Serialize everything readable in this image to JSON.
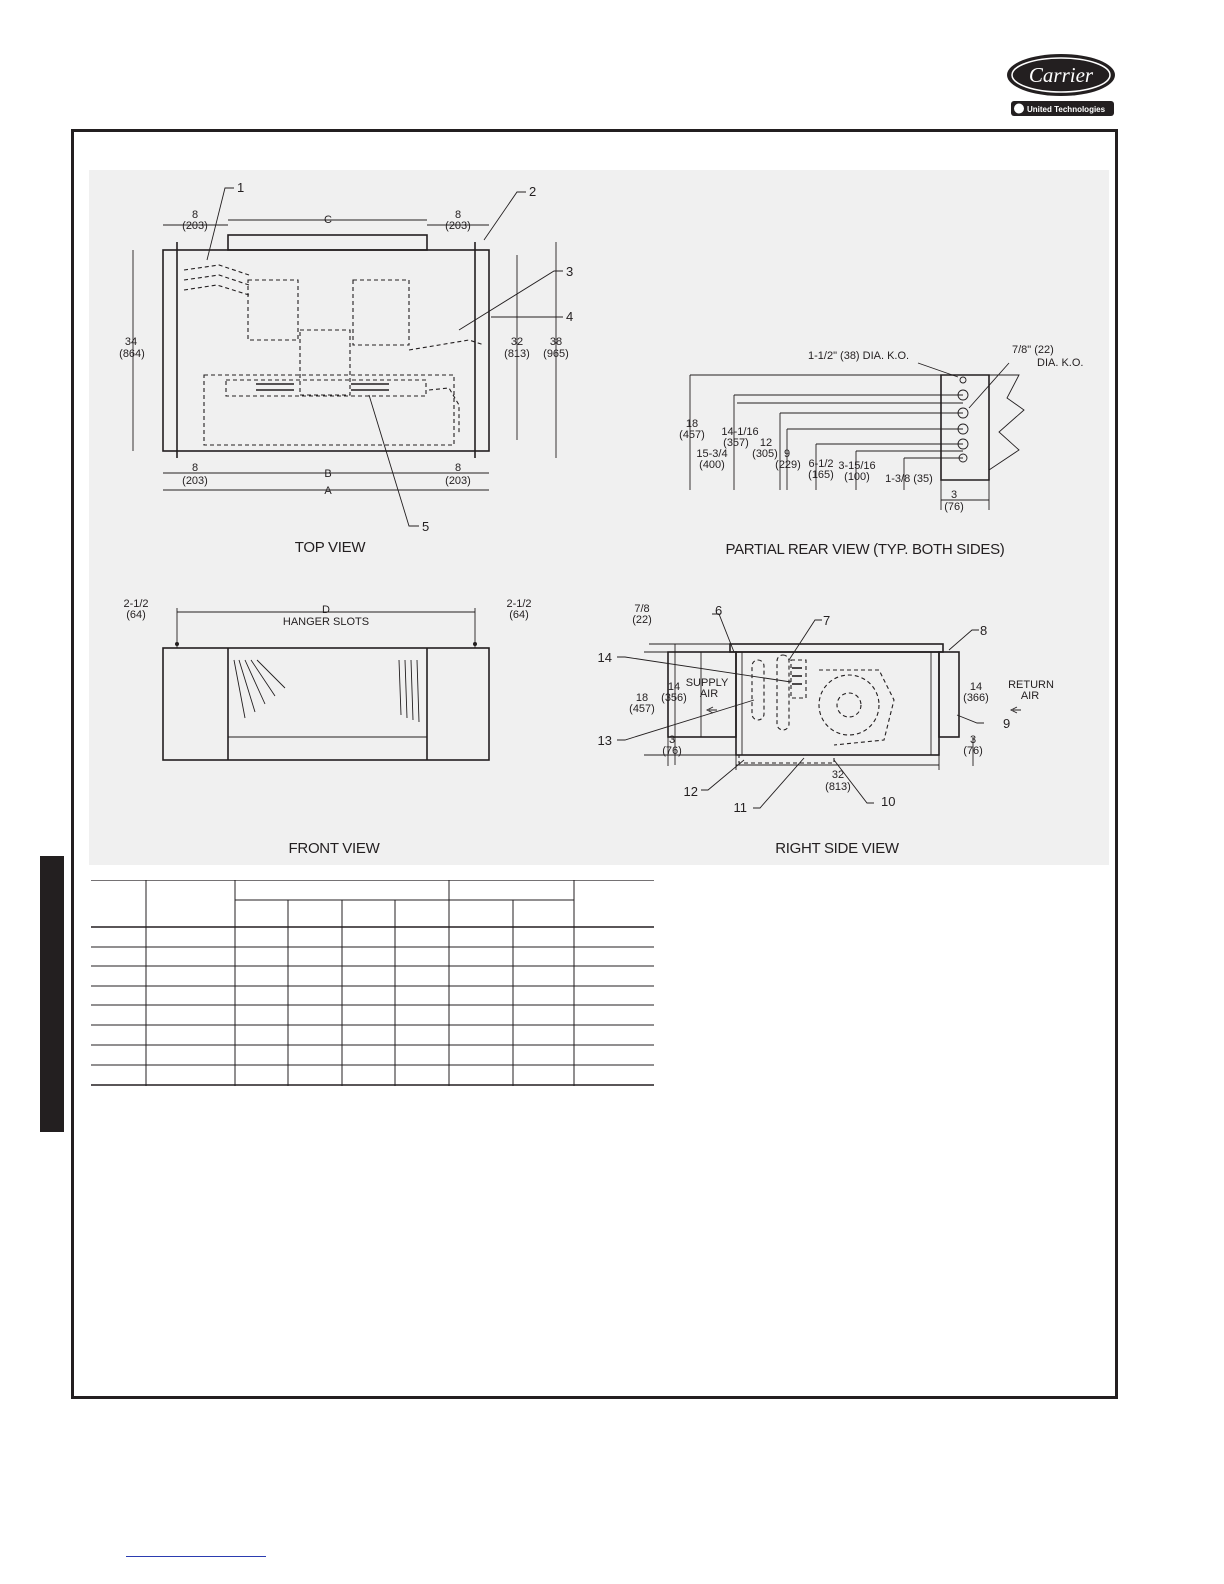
{
  "brand": {
    "logo_text": "Carrier",
    "parent_text": "United Technologies"
  },
  "top_view": {
    "title": "TOP VIEW",
    "dim_top_left": "8",
    "dim_top_left_mm": "(203)",
    "dim_top_center": "C",
    "dim_top_right": "8",
    "dim_top_right_mm": "(203)",
    "dim_left": "34",
    "dim_left_mm": "(864)",
    "dim_right_inner": "32",
    "dim_right_inner_mm": "(813)",
    "dim_right_outer": "38",
    "dim_right_outer_mm": "(965)",
    "dim_bottom_left": "8",
    "dim_bottom_left_mm": "(203)",
    "dim_bottom_center": "B",
    "dim_bottom_right": "8",
    "dim_bottom_right_mm": "(203)",
    "dim_overall": "A",
    "callouts": [
      "1",
      "2",
      "3",
      "4",
      "5"
    ]
  },
  "rear_view": {
    "title": "PARTIAL REAR VIEW (TYP. BOTH SIDES)",
    "ko_large": "1-1/2\" (38) DIA. K.O.",
    "ko_small_a": "7/8\" (22)",
    "ko_small_b": "DIA. K.O.",
    "d18": "18",
    "d18_mm": "(457)",
    "d15": "15-3/4",
    "d15_mm": "(400)",
    "d14": "14-1/16",
    "d14_mm": "(357)",
    "d12": "12",
    "d12_mm": "(305)",
    "d9": "9",
    "d9_mm": "(229)",
    "d6": "6-1/2",
    "d6_mm": "(165)",
    "d3": "3-15/16",
    "d3_mm": "(100)",
    "d1": "1-3/8 (35)",
    "dw": "3",
    "dw_mm": "(76)"
  },
  "front_view": {
    "title": "FRONT VIEW",
    "left": "2-1/2",
    "left_mm": "(64)",
    "center": "D",
    "center_label": "HANGER SLOTS",
    "right": "2-1/2",
    "right_mm": "(64)"
  },
  "side_view": {
    "title": "RIGHT SIDE VIEW",
    "d78": "7/8",
    "d78_mm": "(22)",
    "d18": "18",
    "d18_mm": "(457)",
    "d14_left": "14",
    "d14_left_mm": "(356)",
    "supply_a": "SUPPLY",
    "supply_b": "AIR",
    "d3_left": "3",
    "d3_left_mm": "(76)",
    "d14_right": "14",
    "d14_right_mm": "(366)",
    "return_a": "RETURN",
    "return_b": "AIR",
    "d3_right": "3",
    "d3_right_mm": "(76)",
    "d32": "32",
    "d32_mm": "(813)",
    "callouts": [
      "6",
      "7",
      "8",
      "9",
      "10",
      "11",
      "12",
      "13",
      "14"
    ]
  },
  "colors": {
    "ink": "#231f20",
    "drawing_background": "#f0f0f0",
    "link": "#2b3cb0"
  }
}
